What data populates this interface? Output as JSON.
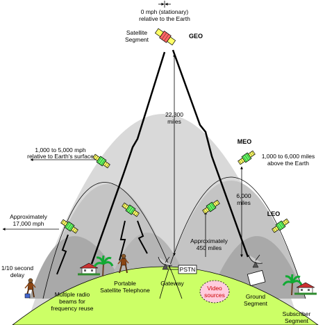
{
  "labels": {
    "stationary_l1": "0 mph (stationary)",
    "stationary_l2": "relative to the Earth",
    "satellite_segment_l1": "Satellite",
    "satellite_segment_l2": "Segment",
    "geo": "GEO",
    "geo_distance_l1": "22,300",
    "geo_distance_l2": "miles",
    "meo": "MEO",
    "meo_speed_l1": "1,000 to 5,000 mph",
    "meo_speed_l2": "relative to Earth's surface",
    "meo_altitude_l1": "1,000 to 6,000 miles",
    "meo_altitude_l2": "above the Earth",
    "meo_distance_l1": "6,000",
    "meo_distance_l2": "miles",
    "leo": "LEO",
    "leo_speed_l1": "Approximately",
    "leo_speed_l2": "17,000 mph",
    "leo_distance_l1": "Approximately",
    "leo_distance_l2": "450 miles",
    "delay_l1": "1/10 second",
    "delay_l2": "delay",
    "radio_beams_l1": "Multiple radio",
    "radio_beams_l2": "beams for",
    "radio_beams_l3": "frequency reuse",
    "portable_l1": "Portable",
    "portable_l2": "Satellite Telephone",
    "gateway": "Gateway",
    "pstn": "PSTN",
    "video_l1": "Video",
    "video_l2": "sources",
    "ground_segment_l1": "Ground",
    "ground_segment_l2": "Segment",
    "subscriber_segment_l1": "Subscriber",
    "subscriber_segment_l2": "Segment"
  },
  "colors": {
    "geo_zone": "#d9d9d9",
    "meo_zone": "#c4c4c4",
    "leo_zone": "#a9a9a9",
    "earth": "#ccff66",
    "satellite_panel": "#ffff66",
    "geo_satellite_body": "#ff6666",
    "leo_meo_satellite_body": "#66ff66",
    "video_sources": "#ffccdd"
  }
}
